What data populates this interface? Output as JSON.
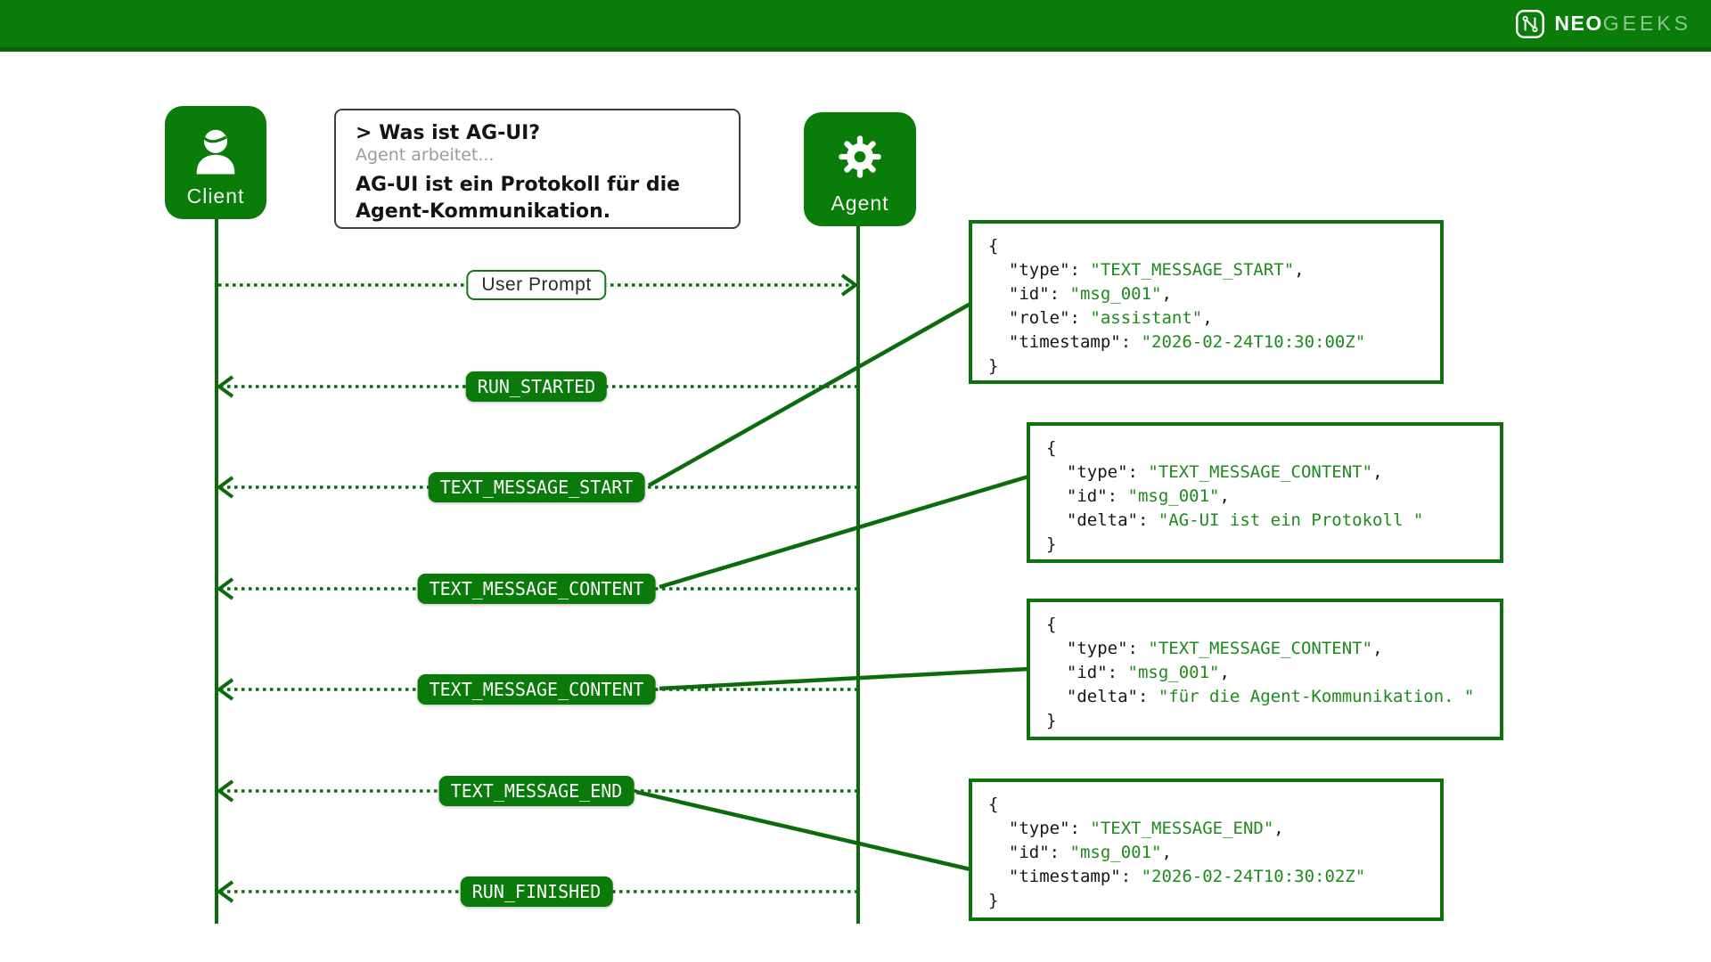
{
  "header": {
    "brand_bold": "NEO",
    "brand_light": "GEEKS"
  },
  "actors": {
    "client": {
      "label": "Client"
    },
    "agent": {
      "label": "Agent"
    }
  },
  "chat_bubble": {
    "user_prompt": "> Was ist AG-UI?",
    "status": "Agent arbeitet...",
    "response": "AG-UI ist ein Protokoll für die Agent-Kommunikation."
  },
  "messages": [
    {
      "label": "User Prompt",
      "from": "client",
      "to": "agent",
      "variant": "outline"
    },
    {
      "label": "RUN_STARTED",
      "from": "agent",
      "to": "client",
      "variant": "solid"
    },
    {
      "label": "TEXT_MESSAGE_START",
      "from": "agent",
      "to": "client",
      "variant": "solid"
    },
    {
      "label": "TEXT_MESSAGE_CONTENT",
      "from": "agent",
      "to": "client",
      "variant": "solid"
    },
    {
      "label": "TEXT_MESSAGE_CONTENT",
      "from": "agent",
      "to": "client",
      "variant": "solid"
    },
    {
      "label": "TEXT_MESSAGE_END",
      "from": "agent",
      "to": "client",
      "variant": "solid"
    },
    {
      "label": "RUN_FINISHED",
      "from": "agent",
      "to": "client",
      "variant": "solid"
    }
  ],
  "payloads": [
    {
      "fields": [
        {
          "key": "type",
          "value": "TEXT_MESSAGE_START"
        },
        {
          "key": "id",
          "value": "msg_001"
        },
        {
          "key": "role",
          "value": "assistant"
        },
        {
          "key": "timestamp",
          "value": "2026-02-24T10:30:00Z"
        }
      ]
    },
    {
      "fields": [
        {
          "key": "type",
          "value": "TEXT_MESSAGE_CONTENT"
        },
        {
          "key": "id",
          "value": "msg_001"
        },
        {
          "key": "delta",
          "value": "AG-UI ist ein Protokoll "
        }
      ]
    },
    {
      "fields": [
        {
          "key": "type",
          "value": "TEXT_MESSAGE_CONTENT"
        },
        {
          "key": "id",
          "value": "msg_001"
        },
        {
          "key": "delta",
          "value": "für die Agent-Kommunikation. "
        }
      ]
    },
    {
      "fields": [
        {
          "key": "type",
          "value": "TEXT_MESSAGE_END"
        },
        {
          "key": "id",
          "value": "msg_001"
        },
        {
          "key": "timestamp",
          "value": "2026-02-24T10:30:02Z"
        }
      ]
    }
  ],
  "colors": {
    "brand_green": "#0a7c0a",
    "line_green": "#0c6b0c",
    "code_value_green": "#1e8a1e",
    "bubble_border": "#3c3c3c",
    "status_gray": "#9b9b9b"
  }
}
